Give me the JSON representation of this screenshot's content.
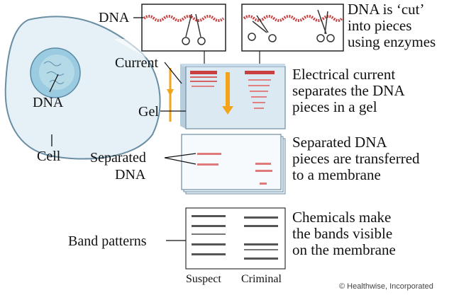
{
  "labels": {
    "dna_top": "DNA",
    "dna_cell": "DNA",
    "cell": "Cell",
    "current": "Current",
    "gel": "Gel",
    "separated_line1": "Separated",
    "separated_line2": "DNA",
    "band_patterns": "Band patterns",
    "suspect": "Suspect",
    "criminal": "Criminal",
    "copyright": "© Healthwise, Incorporated"
  },
  "steps": [
    {
      "line1": "DNA is ‘cut’",
      "line2": "into pieces",
      "line3": "using enzymes"
    },
    {
      "line1": "Electrical current",
      "line2": "separates the DNA",
      "line3": "pieces in a gel"
    },
    {
      "line1": "Separated DNA",
      "line2": "pieces are transferred",
      "line3": "to a membrane"
    },
    {
      "line1": "Chemicals make",
      "line2": "the bands visible",
      "line3": "on the membrane"
    }
  ],
  "colors": {
    "dna_strand": "#c8403f",
    "gel_fill": "#dbe9f3",
    "arrow": "#f2a51a",
    "cell_fill": "#e6f1f7",
    "nucleus_fill": "#9bcbe0"
  }
}
